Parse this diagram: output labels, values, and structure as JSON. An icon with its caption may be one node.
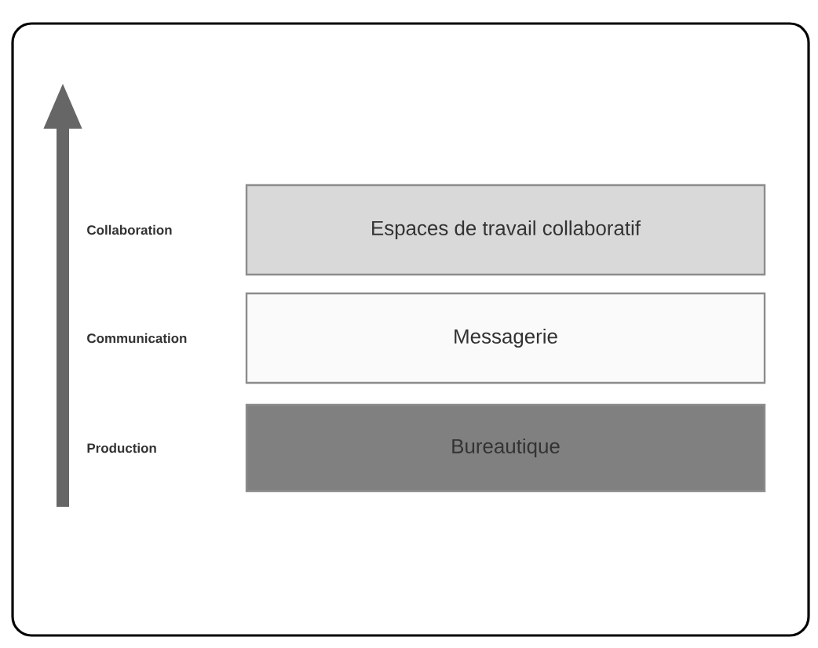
{
  "diagram": {
    "nodes": [
      {
        "text": [
          "Espaces de travail collaboratif"
        ]
      },
      {
        "text": [
          "Messagerie"
        ]
      },
      {
        "text": [
          "Bureautique"
        ]
      }
    ],
    "labels": [
      "Collaboration",
      "Communication",
      "Production"
    ]
  }
}
